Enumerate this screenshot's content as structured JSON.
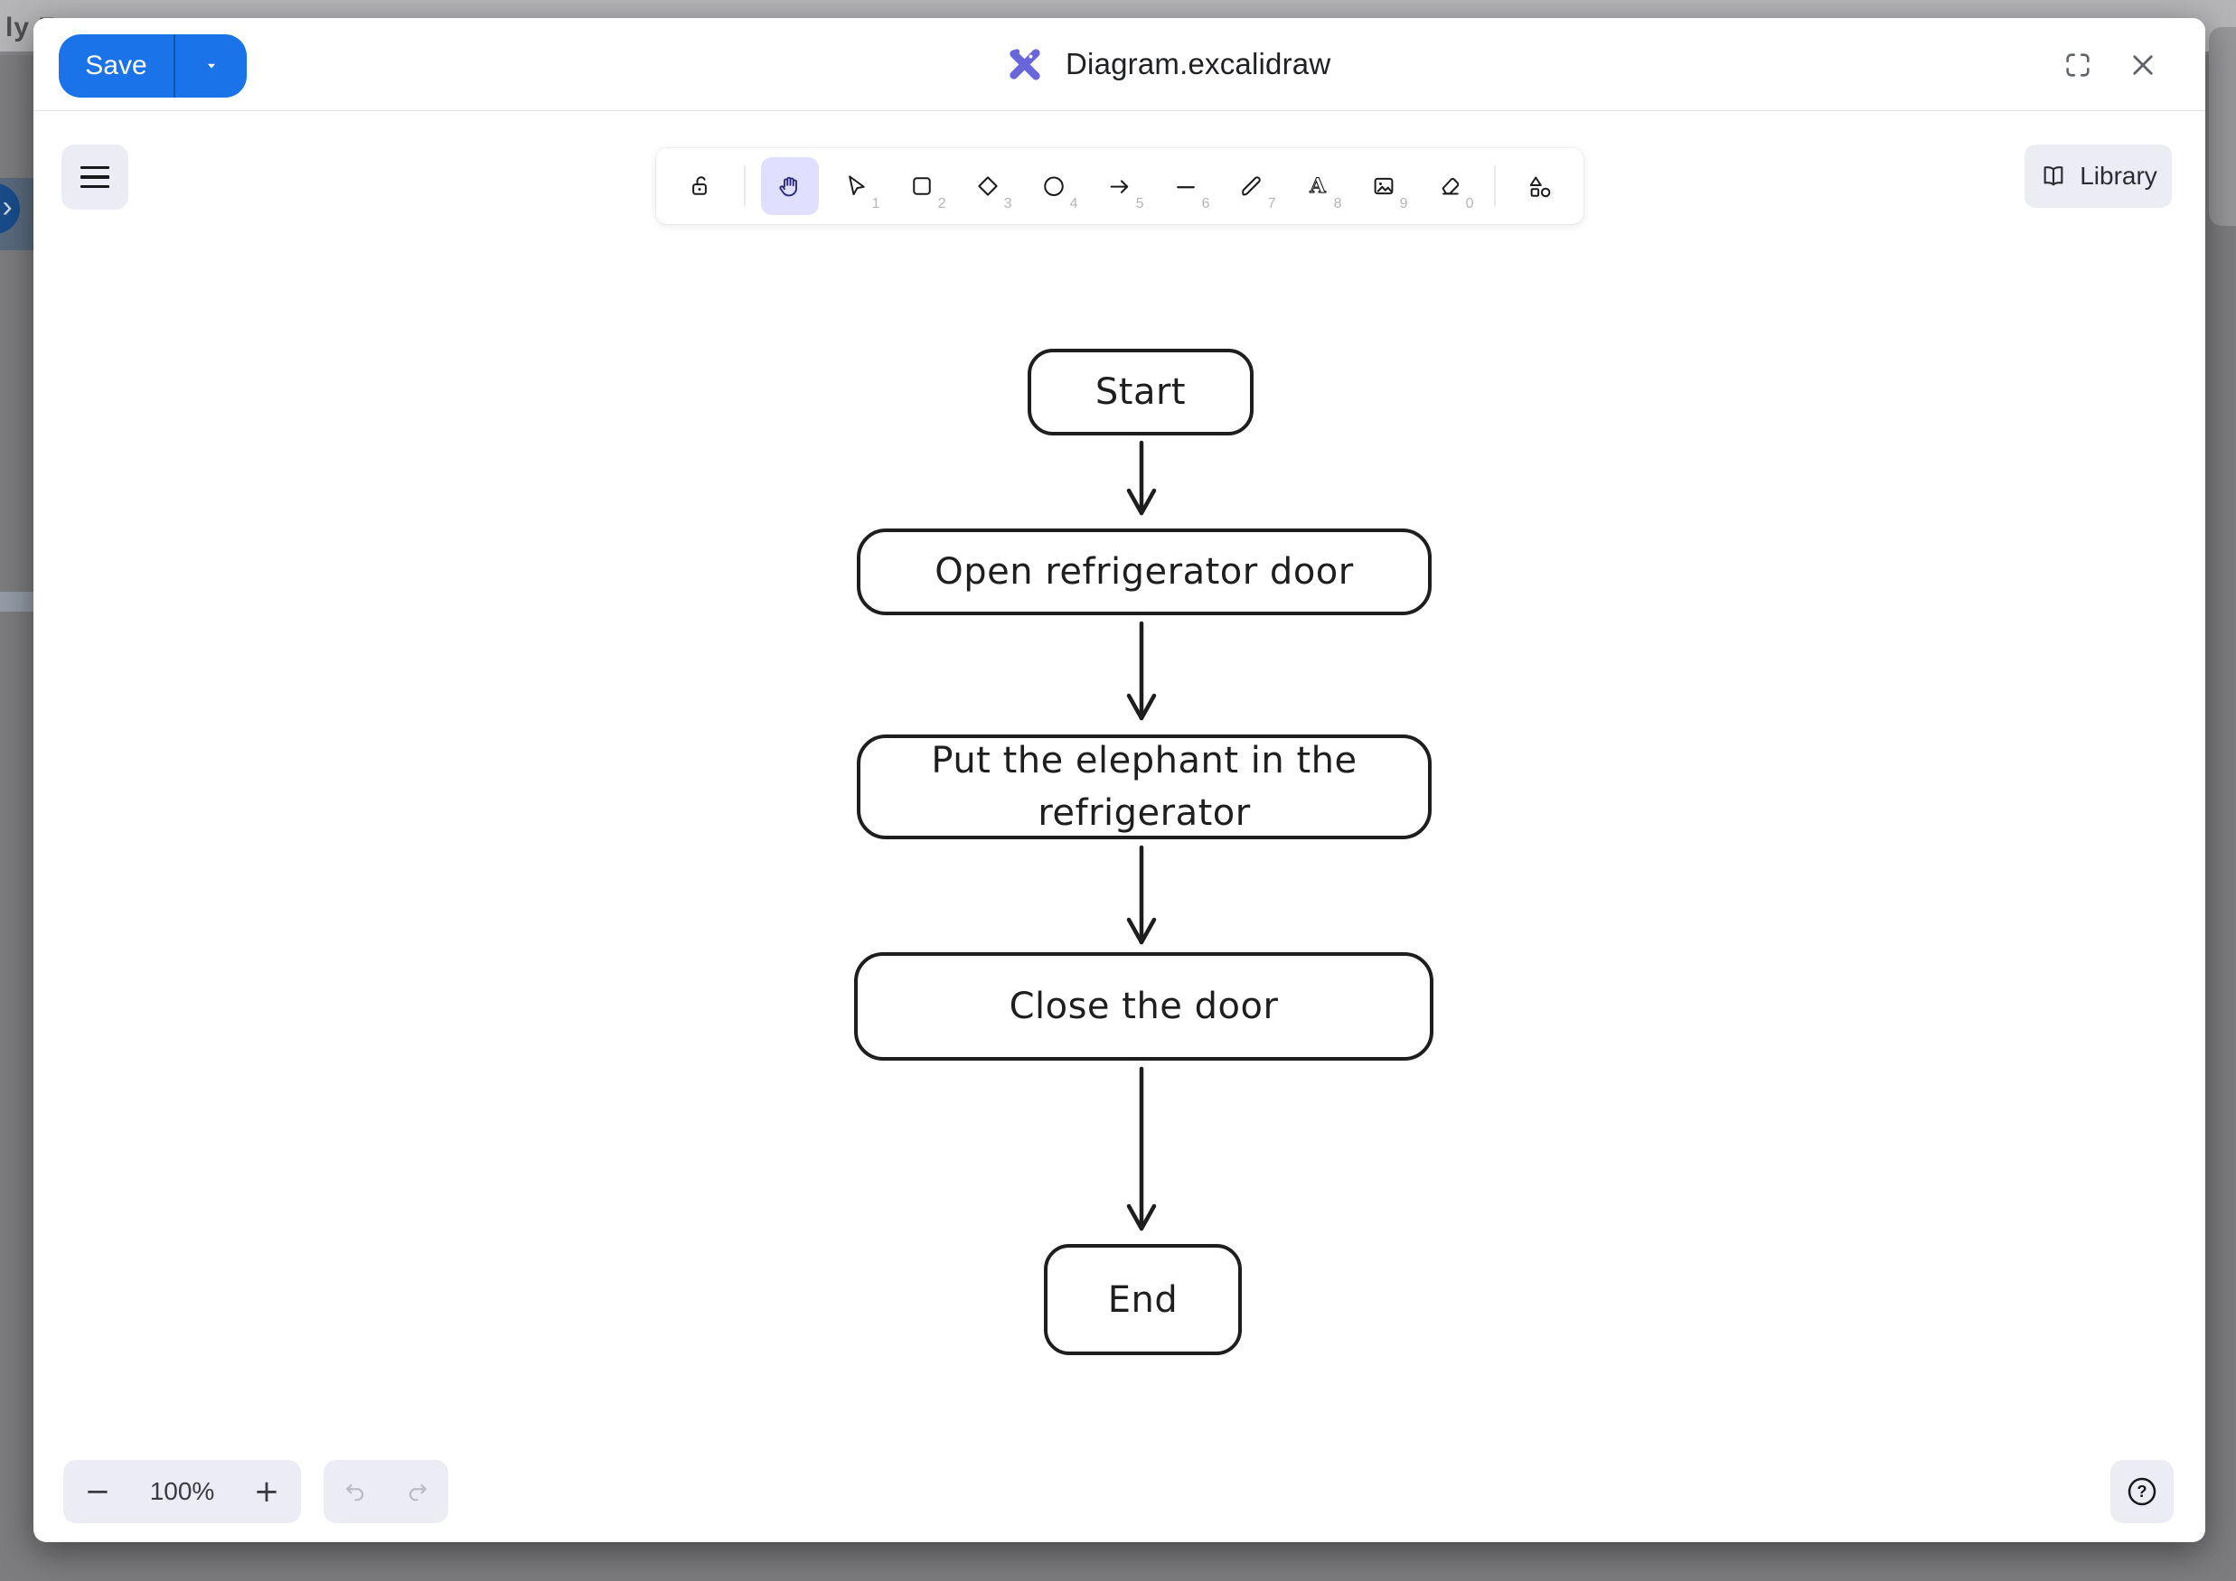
{
  "underlying_page": {
    "top_text_fragment": "ly F"
  },
  "modal": {
    "title": "Diagram.excalidraw",
    "save_button": {
      "label": "Save"
    },
    "toolbar": {
      "tools": [
        {
          "name": "lock",
          "shortcut": ""
        },
        {
          "name": "hand",
          "shortcut": "",
          "selected": true
        },
        {
          "name": "selection",
          "shortcut": "1"
        },
        {
          "name": "rectangle",
          "shortcut": "2"
        },
        {
          "name": "diamond",
          "shortcut": "3"
        },
        {
          "name": "ellipse",
          "shortcut": "4"
        },
        {
          "name": "arrow",
          "shortcut": "5"
        },
        {
          "name": "line",
          "shortcut": "6"
        },
        {
          "name": "draw",
          "shortcut": "7"
        },
        {
          "name": "text",
          "shortcut": "8"
        },
        {
          "name": "image",
          "shortcut": "9"
        },
        {
          "name": "eraser",
          "shortcut": "0"
        },
        {
          "name": "shapes",
          "shortcut": ""
        }
      ],
      "library_label": "Library"
    },
    "footer": {
      "zoom_value": "100%",
      "zoom_out_glyph": "−",
      "zoom_in_glyph": "+",
      "help_glyph": "?"
    },
    "colors": {
      "accent_blue": "#1a73e8",
      "logo_purple": "#6965db",
      "selected_tool_bg": "#e0dfff",
      "chrome_button_bg": "#ececf4",
      "canvas_stroke": "#1e1e1e"
    }
  },
  "diagram": {
    "type": "flowchart",
    "nodes": [
      {
        "id": "start",
        "label": "Start"
      },
      {
        "id": "open",
        "label": "Open refrigerator door"
      },
      {
        "id": "put",
        "label": "Put the elephant in the refrigerator"
      },
      {
        "id": "close",
        "label": "Close the door"
      },
      {
        "id": "end",
        "label": "End"
      }
    ],
    "edges": [
      {
        "from": "start",
        "to": "open"
      },
      {
        "from": "open",
        "to": "put"
      },
      {
        "from": "put",
        "to": "close"
      },
      {
        "from": "close",
        "to": "end"
      }
    ]
  }
}
